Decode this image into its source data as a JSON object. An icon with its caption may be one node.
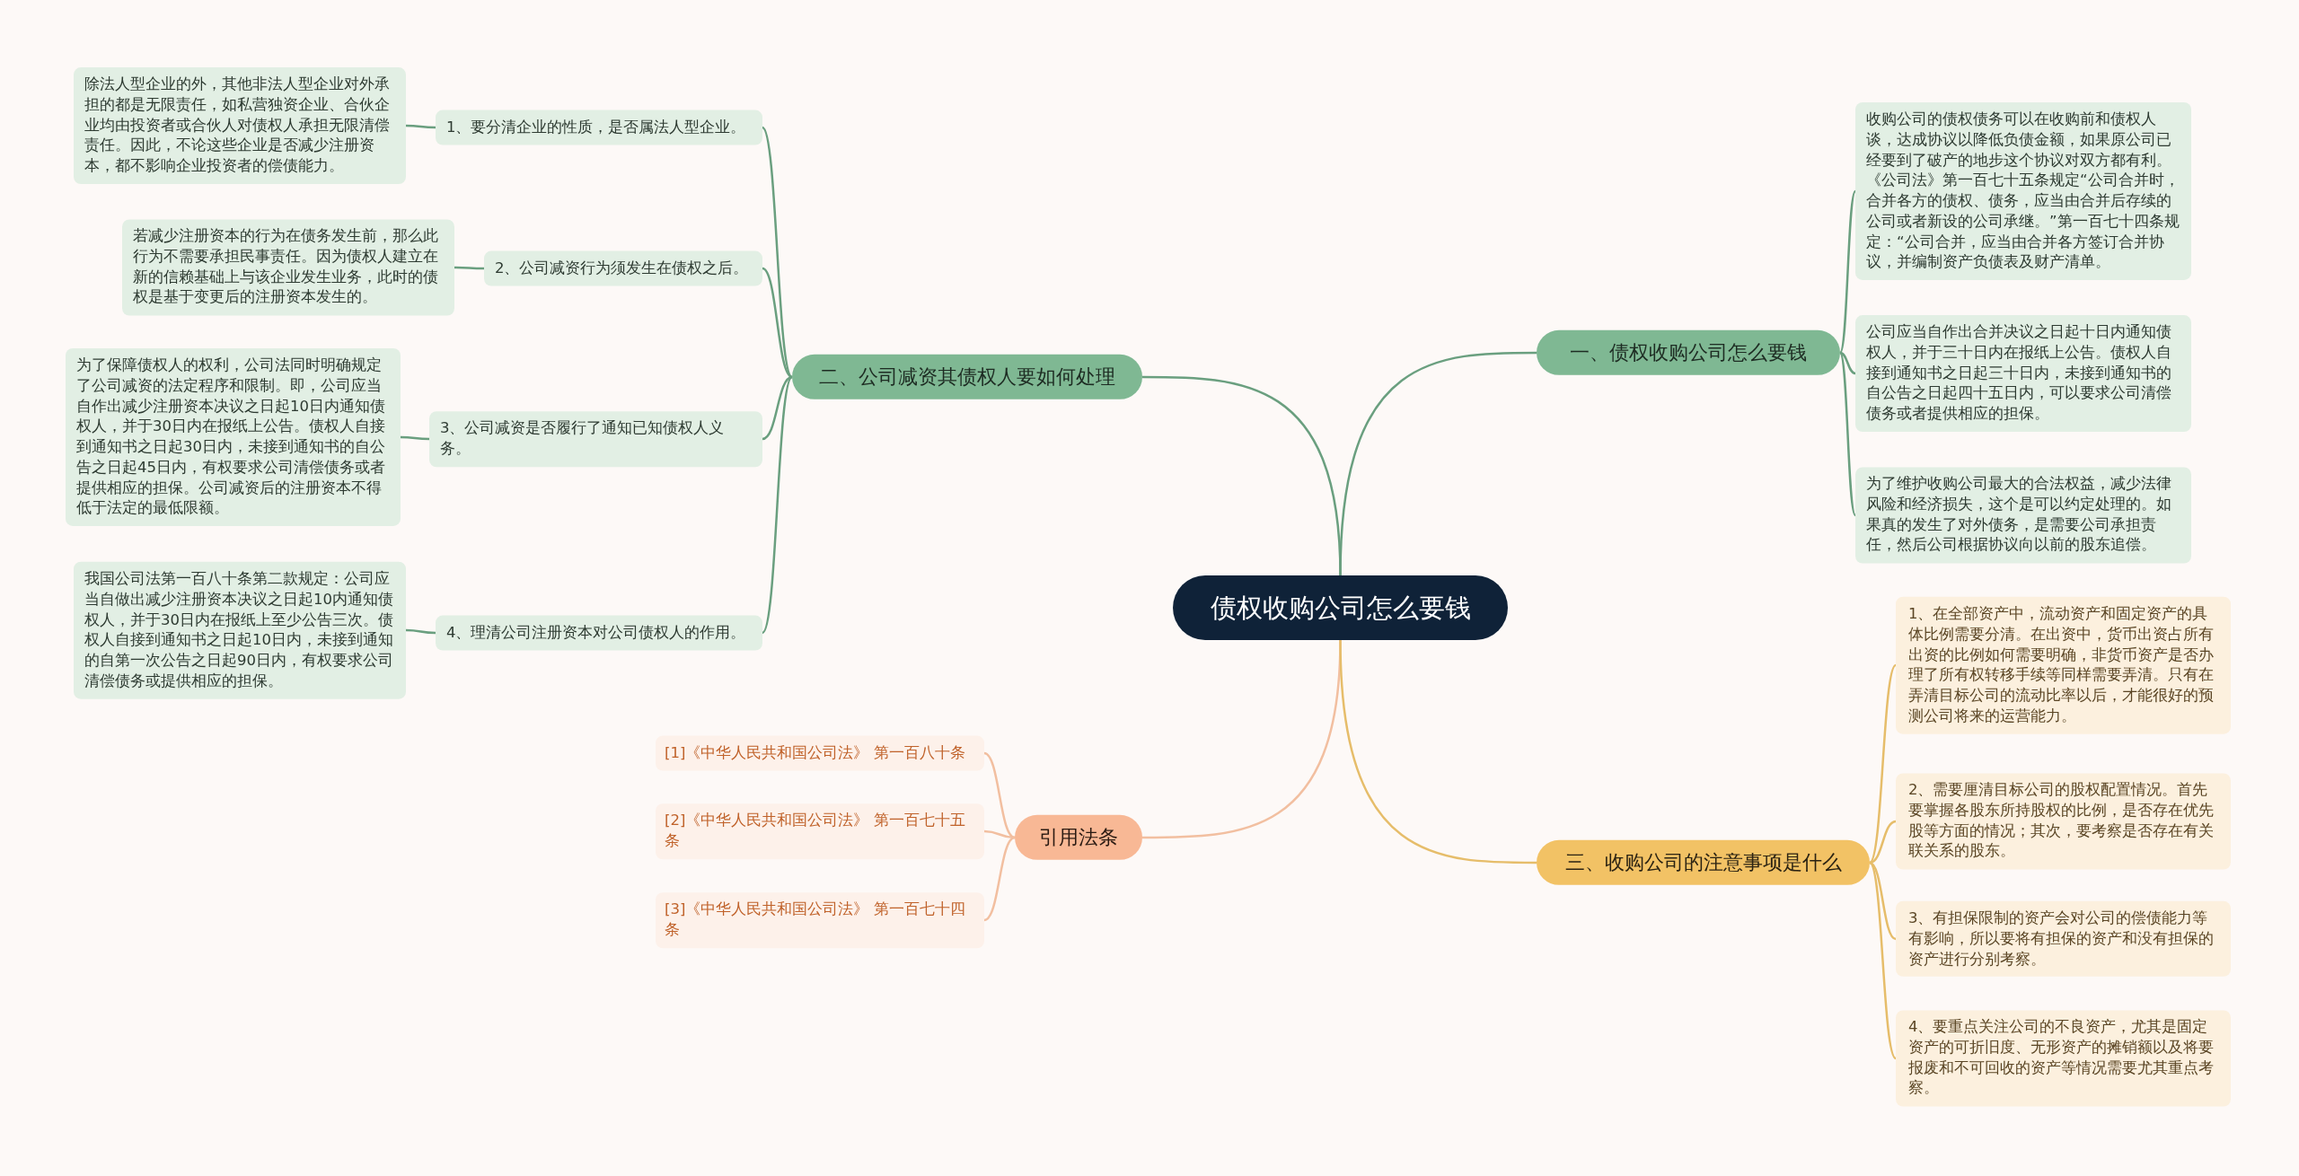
{
  "diagram": {
    "nodes": [
      {
        "text": [
          "债权收购公司怎么要钱"
        ]
      },
      {
        "text": [
          "一、债权收购公司怎么要钱"
        ]
      },
      {
        "text": [
          "收购公司的债权债务可以在收购前和债权人谈，达成协议以降低负债金额，如果原公司已经要到了破产的地步这个协议对双方都有利。《公司法》第一百七十五条规定“公司合并时，合并各方的债权、债务，应当由合并后存续的公司或者新设的公司承继。”第一百七十四条规定：“公司合并，应当由合并各方签订合并协议，并编制资产负债表及财产清单。"
        ]
      },
      {
        "text": [
          "公司应当自作出合并决议之日起十日内通知债权人，并于三十日内在报纸上公告。债权人自接到通知书之日起三十日内，未接到通知书的自公告之日起四十五日内，可以要求公司清偿债务或者提供相应的担保。"
        ]
      },
      {
        "text": [
          "为了维护收购公司最大的合法权益，减少法律风险和经济损失，这个是可以约定处理的。如果真的发生了对外债务，是需要公司承担责任，然后公司根据协议向以前的股东追偿。"
        ]
      },
      {
        "text": [
          "二、公司减资其债权人要如何处理"
        ]
      },
      {
        "text": [
          "1、要分清企业的性质，是否属法人型企业。"
        ]
      },
      {
        "text": [
          "除法人型企业的外，其他非法人型企业对外承担的都是无限责任，如私营独资企业、合伙企业均由投资者或合伙人对债权人承担无限清偿责任。因此，不论这些企业是否减少注册资本，都不影响企业投资者的偿债能力。"
        ]
      },
      {
        "text": [
          "2、公司减资行为须发生在债权之后。"
        ]
      },
      {
        "text": [
          "若减少注册资本的行为在债务发生前，那么此行为不需要承担民事责任。因为债权人建立在新的信赖基础上与该企业发生业务，此时的债权是基于变更后的注册资本发生的。"
        ]
      },
      {
        "text": [
          "3、公司减资是否履行了通知已知债权人义务。"
        ]
      },
      {
        "text": [
          "为了保障债权人的权利，公司法同时明确规定了公司减资的法定程序和限制。即，公司应当自作出减少注册资本决议之日起10日内通知债权人，并于30日内在报纸上公告。债权人自接到通知书之日起30日内，未接到通知书的自公告之日起45日内，有权要求公司清偿债务或者提供相应的担保。公司减资后的注册资本不得低于法定的最低限额。"
        ]
      },
      {
        "text": [
          "4、理清公司注册资本对公司债权人的作用。"
        ]
      },
      {
        "text": [
          "我国公司法第一百八十条第二款规定：公司应当自做出减少注册资本决议之日起10内通知债权人，并于30日内在报纸上至少公告三次。债权人自接到通知书之日起10日内，未接到通知的自第一次公告之日起90日内，有权要求公司清偿债务或提供相应的担保。"
        ]
      },
      {
        "text": [
          "引用法条"
        ]
      },
      {
        "text": [
          "[1]《中华人民共和国公司法》 第一百八十条"
        ]
      },
      {
        "text": [
          "[2]《中华人民共和国公司法》 第一百七十五条"
        ]
      },
      {
        "text": [
          "[3]《中华人民共和国公司法》 第一百七十四条"
        ]
      },
      {
        "text": [
          "三、收购公司的注意事项是什么"
        ]
      },
      {
        "text": [
          "1、在全部资产中，流动资产和固定资产的具体比例需要分清。在出资中，货币出资占所有出资的比例如何需要明确，非货币资产是否办理了所有权转移手续等同样需要弄清。只有在弄清目标公司的流动比率以后，才能很好的预测公司将来的运营能力。"
        ]
      },
      {
        "text": [
          "2、需要厘清目标公司的股权配置情况。首先要掌握各股东所持股权的比例，是否存在优先股等方面的情况；其次，要考察是否存在有关联关系的股东。"
        ]
      },
      {
        "text": [
          "3、有担保限制的资产会对公司的偿债能力等有影响，所以要将有担保的资产和没有担保的资产进行分别考察。"
        ]
      },
      {
        "text": [
          "4、要重点关注公司的不良资产，尤其是固定资产的可折旧度、无形资产的摊销额以及将要报废和不可回收的资产等情况需要尤其重点考察。"
        ]
      }
    ],
    "edges": [
      {
        "from": 0,
        "to": 1,
        "arrow": "none"
      },
      {
        "from": 1,
        "to": 2,
        "arrow": "none"
      },
      {
        "from": 1,
        "to": 3,
        "arrow": "none"
      },
      {
        "from": 1,
        "to": 4,
        "arrow": "none"
      },
      {
        "from": 0,
        "to": 5,
        "arrow": "none"
      },
      {
        "from": 5,
        "to": 6,
        "arrow": "none"
      },
      {
        "from": 6,
        "to": 7,
        "arrow": "none"
      },
      {
        "from": 5,
        "to": 8,
        "arrow": "none"
      },
      {
        "from": 8,
        "to": 9,
        "arrow": "none"
      },
      {
        "from": 5,
        "to": 10,
        "arrow": "none"
      },
      {
        "from": 10,
        "to": 11,
        "arrow": "none"
      },
      {
        "from": 5,
        "to": 12,
        "arrow": "none"
      },
      {
        "from": 12,
        "to": 13,
        "arrow": "none"
      },
      {
        "from": 0,
        "to": 14,
        "arrow": "none",
        "color": "#f2bfa0"
      },
      {
        "from": 14,
        "to": 15,
        "arrow": "none",
        "color": "#f2bfa0"
      },
      {
        "from": 14,
        "to": 16,
        "arrow": "none",
        "color": "#f2bfa0"
      },
      {
        "from": 14,
        "to": 17,
        "arrow": "none",
        "color": "#f2bfa0"
      },
      {
        "from": 0,
        "to": 18,
        "arrow": "none",
        "color": "#e6bd6a"
      },
      {
        "from": 18,
        "to": 19,
        "arrow": "none",
        "color": "#e6bd6a"
      },
      {
        "from": 18,
        "to": 20,
        "arrow": "none",
        "color": "#e6bd6a"
      },
      {
        "from": 18,
        "to": 21,
        "arrow": "none",
        "color": "#e6bd6a"
      },
      {
        "from": 18,
        "to": 22,
        "arrow": "none",
        "color": "#e6bd6a"
      }
    ]
  }
}
